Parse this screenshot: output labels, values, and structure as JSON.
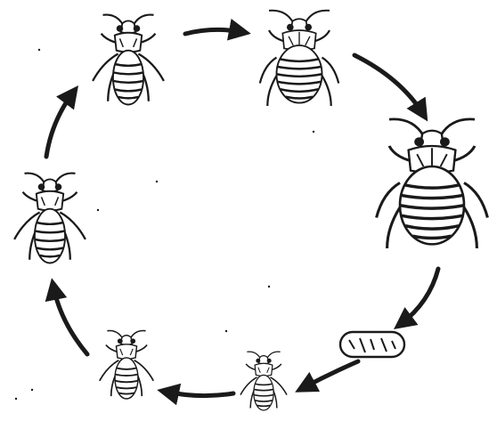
{
  "diagram": {
    "type": "life-cycle",
    "stages": [
      {
        "id": "egg",
        "icon": "egg-icon"
      },
      {
        "id": "nymph-1",
        "icon": "bedbug-nymph-icon"
      },
      {
        "id": "nymph-2",
        "icon": "bedbug-nymph-icon"
      },
      {
        "id": "nymph-3",
        "icon": "bedbug-nymph-icon"
      },
      {
        "id": "nymph-4",
        "icon": "bedbug-nymph-icon"
      },
      {
        "id": "nymph-5",
        "icon": "bedbug-nymph-icon"
      },
      {
        "id": "adult",
        "icon": "bedbug-adult-icon"
      }
    ],
    "arrow_direction": "clockwise",
    "colors": {
      "ink": "#1a1a1a",
      "background": "#ffffff"
    }
  }
}
